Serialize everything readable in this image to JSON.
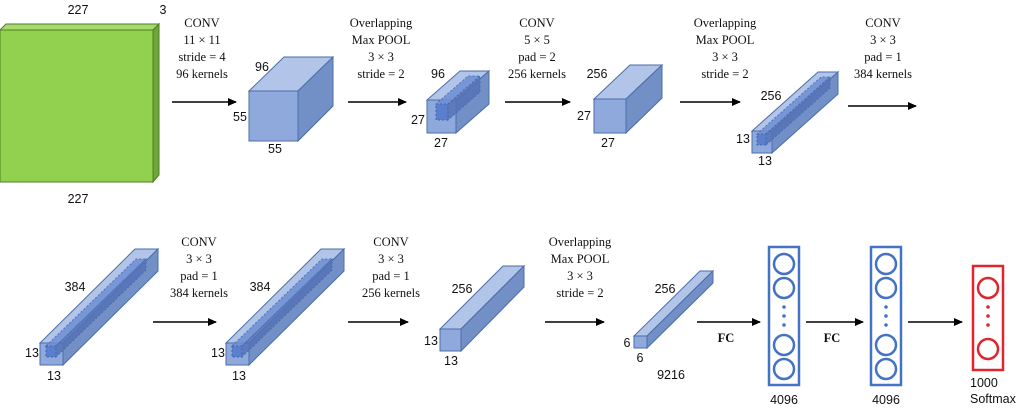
{
  "colors": {
    "input_front": "#92d050",
    "input_top": "#a9da6e",
    "input_side": "#6fa63a",
    "input_edge": "#4e7f24",
    "vol_front": "#8fa9dc",
    "vol_top": "#b2c4e8",
    "vol_side": "#7390c6",
    "vol_edge": "#4a6ea9",
    "inner": "#5b7fcc",
    "fc": "#4472c4",
    "softmax": "#e0262d",
    "arrow": "#000000"
  },
  "input": {
    "width": "227",
    "height": "227",
    "depth": "3"
  },
  "row1": {
    "conv1": {
      "l1": "CONV",
      "l2": "11 × 11",
      "l3": "stride = 4",
      "l4": "96 kernels"
    },
    "pool1": {
      "l1": "Overlapping",
      "l2": "Max POOL",
      "l3": "3 × 3",
      "l4": "stride = 2"
    },
    "conv2": {
      "l1": "CONV",
      "l2": "5 × 5",
      "l3": "pad = 2",
      "l4": "256 kernels"
    },
    "pool2": {
      "l1": "Overlapping",
      "l2": "Max POOL",
      "l3": "3 × 3",
      "l4": "stride = 2"
    },
    "conv3": {
      "l1": "CONV",
      "l2": "3 × 3",
      "l3": "pad = 1",
      "l4": "384 kernels"
    },
    "vol1": {
      "depth": "96",
      "height": "55",
      "width": "55"
    },
    "vol2": {
      "depth": "96",
      "height": "27",
      "width": "27"
    },
    "vol3": {
      "depth": "256",
      "height": "27",
      "width": "27"
    },
    "vol4": {
      "depth": "256",
      "height": "13",
      "width": "13"
    }
  },
  "row2": {
    "conv4": {
      "l1": "CONV",
      "l2": "3 × 3",
      "l3": "pad = 1",
      "l4": "384 kernels"
    },
    "conv5": {
      "l1": "CONV",
      "l2": "3 × 3",
      "l3": "pad = 1",
      "l4": "256 kernels"
    },
    "pool3": {
      "l1": "Overlapping",
      "l2": "Max POOL",
      "l3": "3 × 3",
      "l4": "stride = 2"
    },
    "vol5": {
      "depth": "384",
      "height": "13",
      "width": "13"
    },
    "vol6": {
      "depth": "384",
      "height": "13",
      "width": "13"
    },
    "vol7": {
      "depth": "256",
      "height": "13",
      "width": "13"
    },
    "vol8": {
      "depth": "256",
      "height": "6",
      "width": "6"
    },
    "flatten": "9216",
    "fc1_label": "FC",
    "fc2_label": "FC",
    "fc1_size": "4096",
    "fc2_size": "4096",
    "out_size": "1000",
    "out_name": "Softmax"
  }
}
